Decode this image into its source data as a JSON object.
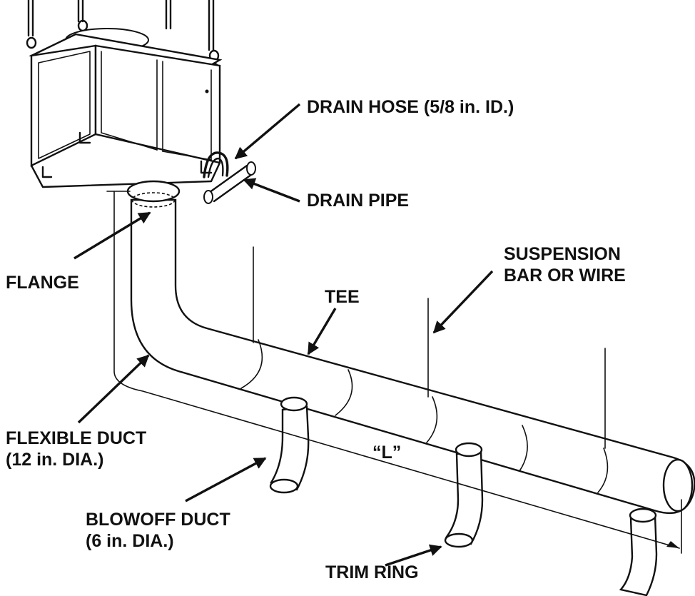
{
  "labels": {
    "drain_hose": "DRAIN HOSE (5/8 in. ID.)",
    "drain_pipe": "DRAIN PIPE",
    "flange": "FLANGE",
    "suspension_line1": "SUSPENSION",
    "suspension_line2": "BAR OR WIRE",
    "tee": "TEE",
    "flexible_duct_line1": "FLEXIBLE DUCT",
    "flexible_duct_line2": "(12 in. DIA.)",
    "length": "“L”",
    "blowoff_duct_line1": "BLOWOFF DUCT",
    "blowoff_duct_line2": "(6 in. DIA.)",
    "trim_ring": "TRIM RING"
  },
  "colors": {
    "ink": "#111111",
    "background": "#ffffff"
  }
}
